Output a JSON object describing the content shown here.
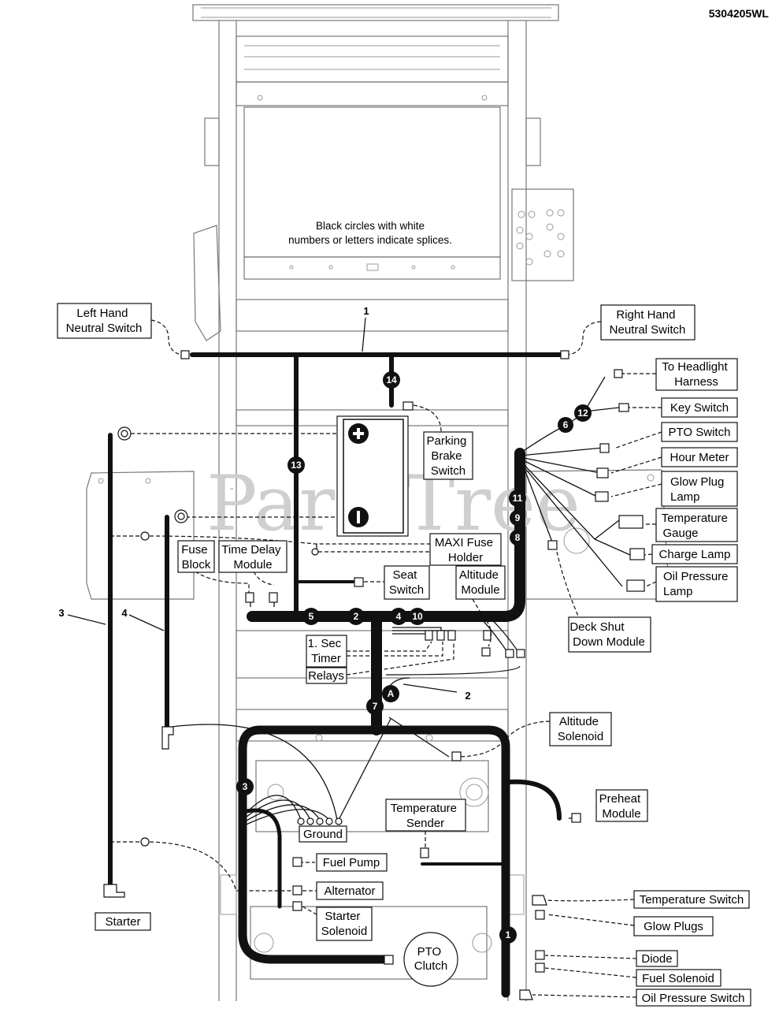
{
  "doc_id": "5304205WL",
  "watermark": "PartsTree",
  "note": {
    "line1": "Black circles with white",
    "line2": "numbers or letters indicate splices."
  },
  "callouts": {
    "c1": "1",
    "c2": "2",
    "c3": "3",
    "c4": "4"
  },
  "labels": {
    "left_hand_neutral_switch": [
      "Left Hand",
      "Neutral Switch"
    ],
    "right_hand_neutral_switch": [
      "Right Hand",
      "Neutral Switch"
    ],
    "to_headlight_harness": [
      "To Headlight",
      "Harness"
    ],
    "key_switch": [
      "Key Switch"
    ],
    "pto_switch": [
      "PTO Switch"
    ],
    "hour_meter": [
      "Hour Meter"
    ],
    "glow_plug_lamp": [
      "Glow Plug",
      "Lamp"
    ],
    "temperature_gauge": [
      "Temperature",
      "Gauge"
    ],
    "charge_lamp": [
      "Charge Lamp"
    ],
    "oil_pressure_lamp": [
      "Oil Pressure",
      "Lamp"
    ],
    "deck_shut_down_module": [
      "Deck Shut",
      "Down Module"
    ],
    "parking_brake_switch": [
      "Parking",
      "Brake",
      "Switch"
    ],
    "maxi_fuse_holder": [
      "MAXI Fuse",
      "Holder"
    ],
    "fuse_block": [
      "Fuse",
      "Block"
    ],
    "time_delay_module": [
      "Time Delay",
      "Module"
    ],
    "seat_switch": [
      "Seat",
      "Switch"
    ],
    "altitude_module": [
      "Altitude",
      "Module"
    ],
    "sec_timer": [
      "1. Sec",
      "Timer"
    ],
    "relays": [
      "Relays"
    ],
    "altitude_solenoid": [
      "Altitude",
      "Solenoid"
    ],
    "preheat_module": [
      "Preheat",
      "Module"
    ],
    "temperature_sender": [
      "Temperature",
      "Sender"
    ],
    "ground": [
      "Ground"
    ],
    "fuel_pump": [
      "Fuel Pump"
    ],
    "alternator": [
      "Alternator"
    ],
    "starter_solenoid": [
      "Starter",
      "Solenoid"
    ],
    "starter": [
      "Starter"
    ],
    "pto_clutch": [
      "PTO",
      "Clutch"
    ],
    "temperature_switch": [
      "Temperature Switch"
    ],
    "glow_plugs": [
      "Glow Plugs"
    ],
    "diode": [
      "Diode"
    ],
    "fuel_solenoid": [
      "Fuel Solenoid"
    ],
    "oil_pressure_switch": [
      "Oil Pressure Switch"
    ]
  },
  "splices": {
    "s14": "14",
    "s13": "13",
    "s12": "12",
    "s6": "6",
    "s11": "11",
    "s9": "9",
    "s8": "8",
    "s5": "5",
    "s2": "2",
    "s4": "4",
    "s10": "10",
    "s7": "7",
    "sA": "A",
    "s3": "3",
    "s1": "1"
  }
}
